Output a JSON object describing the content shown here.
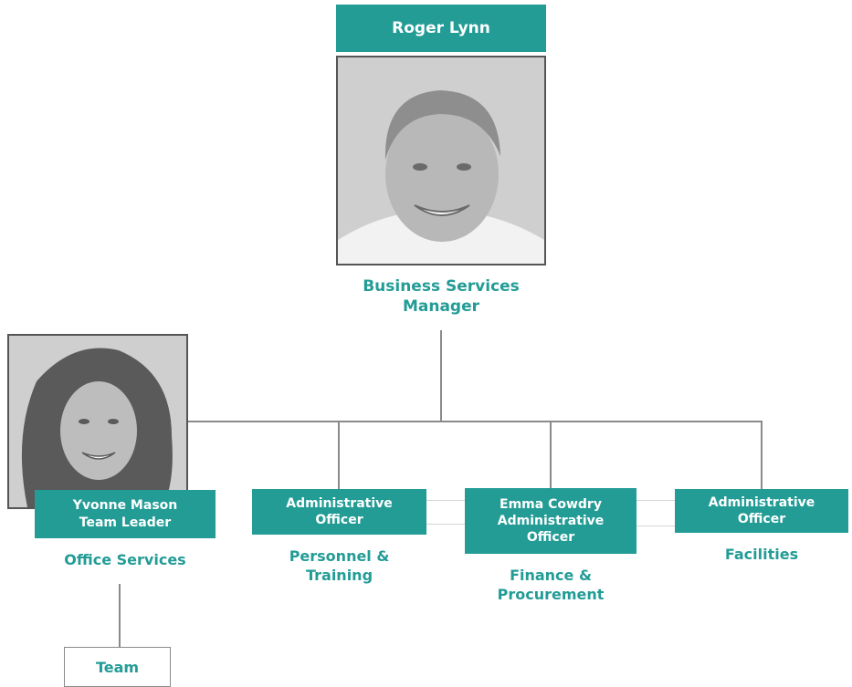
{
  "colors": {
    "teal": "#239c96",
    "line": "#8a8a8a"
  },
  "manager": {
    "name": "Roger Lynn",
    "title_line1": "Business Services",
    "title_line2": "Manager"
  },
  "team_leader": {
    "name": "Yvonne Mason",
    "role": "Team Leader",
    "unit": "Office Services"
  },
  "officers": [
    {
      "line1": "Administrative",
      "line2": "Officer",
      "unit_line1": "Personnel &",
      "unit_line2": "Training"
    },
    {
      "name": "Emma Cowdry",
      "line1": "Administrative",
      "line2": "Officer",
      "unit_line1": "Finance &",
      "unit_line2": "Procurement"
    },
    {
      "line1": "Administrative",
      "line2": "Officer",
      "unit_line1": "Facilities"
    }
  ],
  "team": {
    "label": "Team"
  }
}
